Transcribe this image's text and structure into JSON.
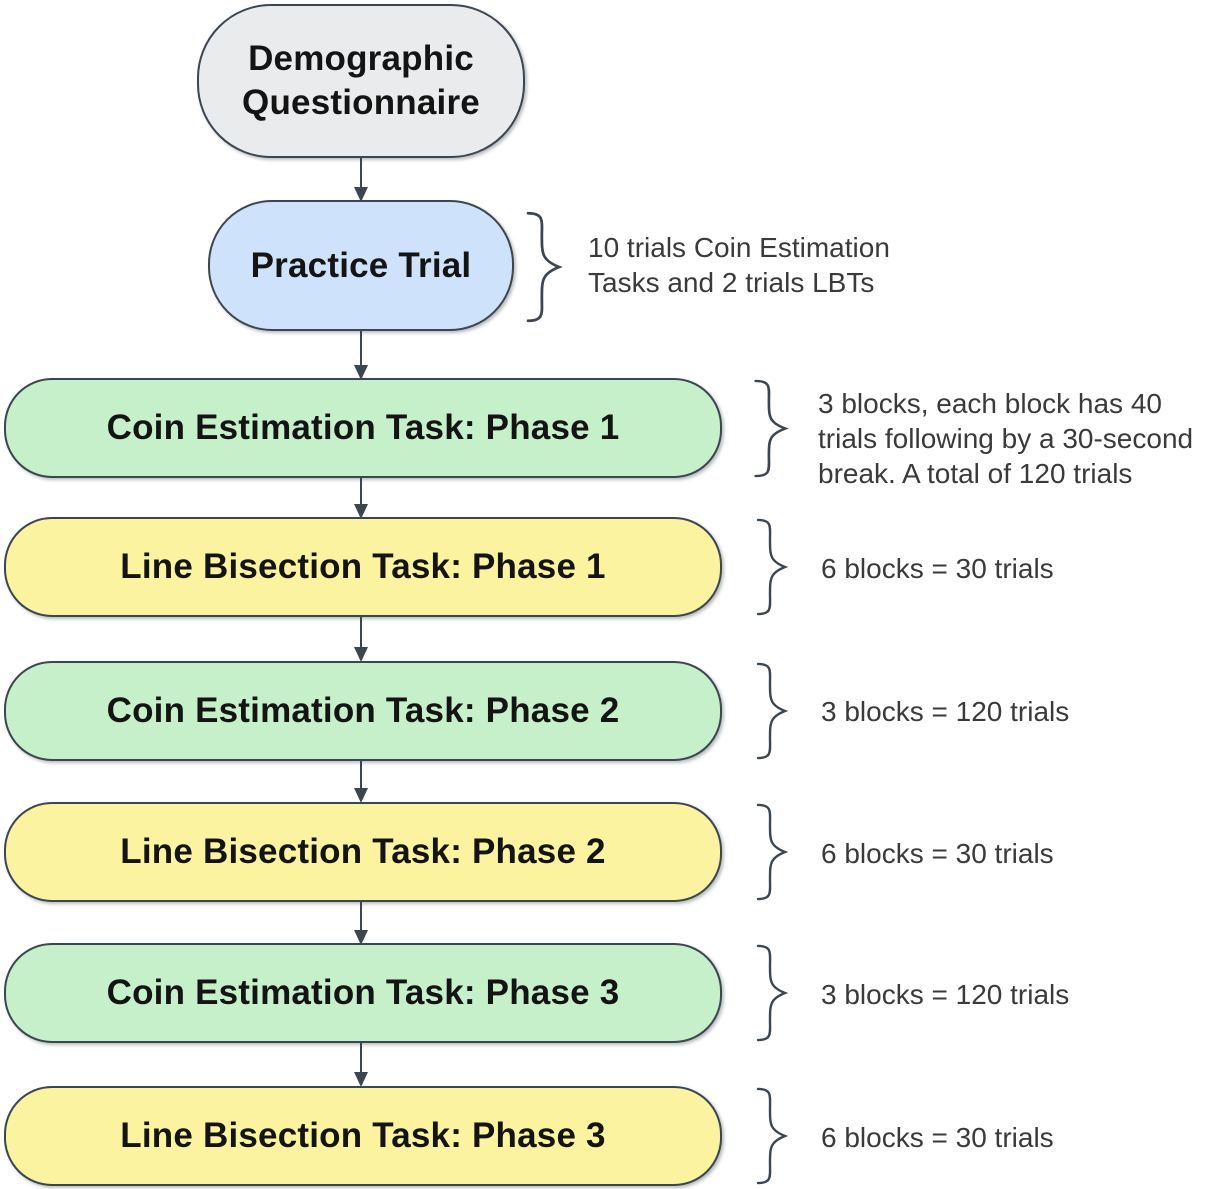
{
  "palette": {
    "gray": "#e9ebed",
    "blue": "#cfe2fb",
    "green": "#c6f0c9",
    "yellow": "#fbf3a0",
    "stroke": "#3b4651"
  },
  "nodes": {
    "demographic": {
      "label": "Demographic\nQuestionnaire"
    },
    "practice": {
      "label": "Practice Trial",
      "note": "10 trials Coin Estimation\nTasks and 2 trials LBTs"
    },
    "coin1": {
      "label": "Coin Estimation Task: Phase 1",
      "note": "3 blocks, each block has 40\ntrials following by a 30-second\nbreak. A total of 120 trials"
    },
    "line1": {
      "label": "Line Bisection Task: Phase 1",
      "note": "6 blocks = 30 trials"
    },
    "coin2": {
      "label": "Coin Estimation Task: Phase 2",
      "note": "3 blocks = 120 trials"
    },
    "line2": {
      "label": "Line Bisection Task: Phase 2",
      "note": "6 blocks = 30 trials"
    },
    "coin3": {
      "label": "Coin Estimation Task: Phase 3",
      "note": "3 blocks = 120 trials"
    },
    "line3": {
      "label": "Line Bisection Task: Phase 3",
      "note": "6 blocks = 30 trials"
    }
  }
}
